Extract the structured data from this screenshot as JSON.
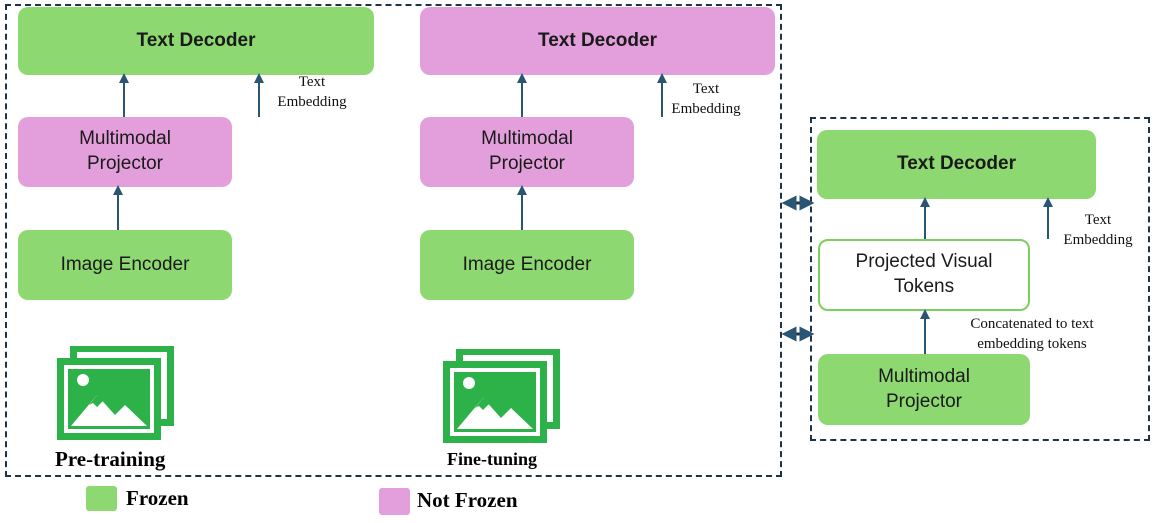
{
  "pretraining": {
    "text_decoder": "Text Decoder",
    "projector_line1": "Multimodal",
    "projector_line2": "Projector",
    "image_encoder": "Image Encoder",
    "text_embedding_line1": "Text",
    "text_embedding_line2": "Embedding",
    "caption": "Pre-training"
  },
  "finetuning": {
    "text_decoder": "Text Decoder",
    "projector_line1": "Multimodal",
    "projector_line2": "Projector",
    "image_encoder": "Image Encoder",
    "text_embedding_line1": "Text",
    "text_embedding_line2": "Embedding",
    "caption": "Fine-tuning"
  },
  "detail": {
    "text_decoder": "Text Decoder",
    "visual_tokens_line1": "Projected Visual",
    "visual_tokens_line2": "Tokens",
    "concat_line1": "Concatenated to text",
    "concat_line2": "embedding tokens",
    "projector_line1": "Multimodal",
    "projector_line2": "Projector",
    "text_embedding_line1": "Text",
    "text_embedding_line2": "Embedding"
  },
  "legend": {
    "frozen": "Frozen",
    "not_frozen": "Not Frozen"
  },
  "colors": {
    "frozen": "#8ed872",
    "not_frozen": "#e39fdc",
    "arrow": "#2a5673",
    "border": "#1f3347",
    "image_icon": "#2db24a"
  },
  "icons": [
    "image-stack-icon",
    "image-stack-icon",
    "double-arrow-icon",
    "double-arrow-icon"
  ]
}
